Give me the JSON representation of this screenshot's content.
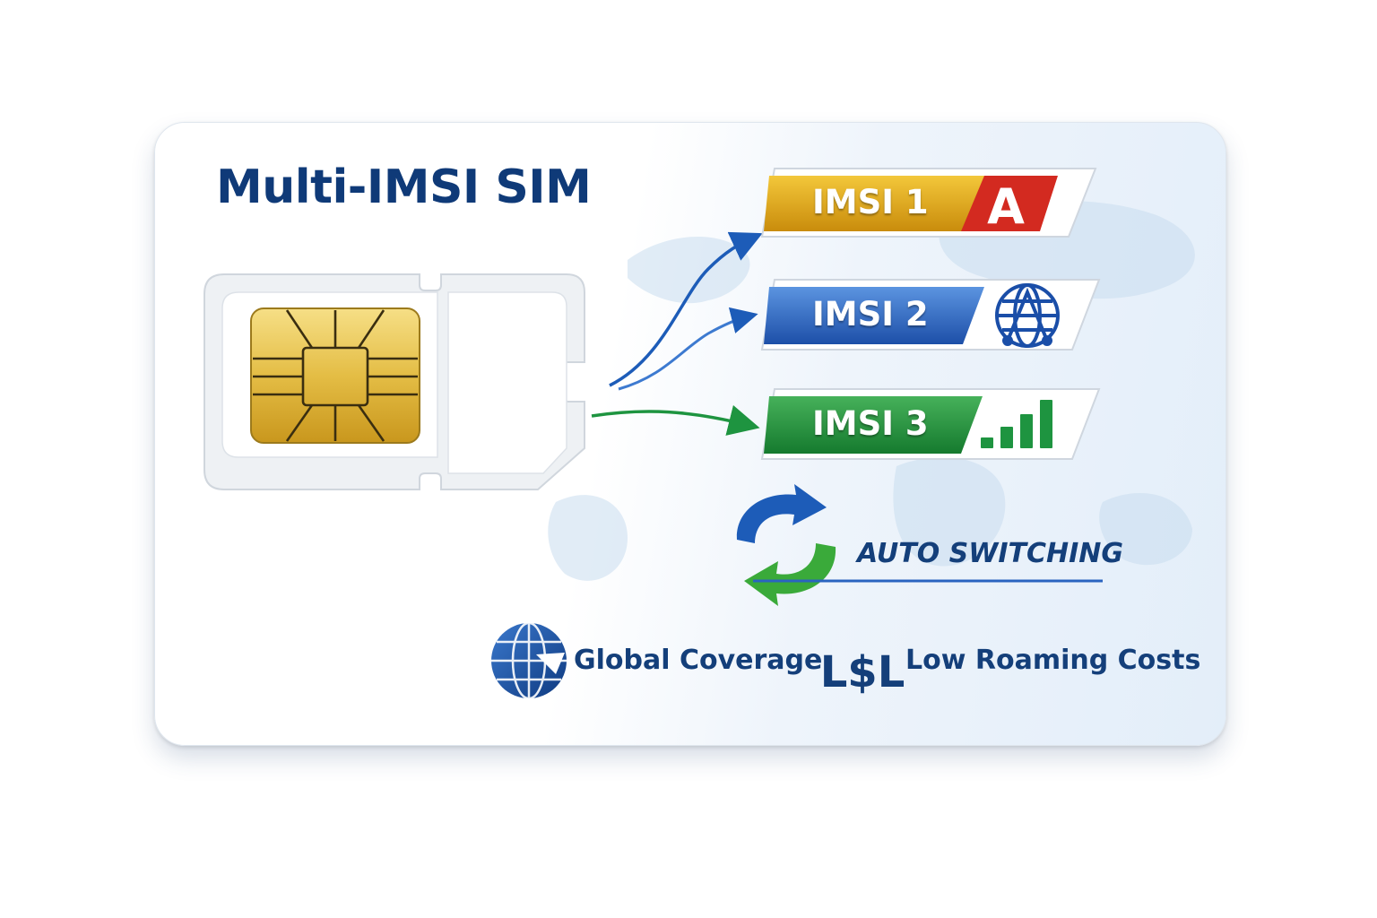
{
  "card": {
    "title": "Multi-IMSI SIM"
  },
  "imsi_profiles": [
    {
      "label": "IMSI 1",
      "badge_text": "A",
      "icon": "letter-a-badge",
      "color": "#e0ac18"
    },
    {
      "label": "IMSI 2",
      "icon": "globe-network-icon",
      "color": "#2a64c0"
    },
    {
      "label": "IMSI 3",
      "icon": "signal-bars-icon",
      "color": "#1e9440"
    }
  ],
  "auto_switch": {
    "label": "AUTO SWITCHING",
    "icon": "sync-arrows-icon"
  },
  "features": [
    {
      "label": "Global Coverage",
      "icon": "globe-icon"
    },
    {
      "label": "Low Roaming Costs",
      "badge_text": "L$L",
      "icon": "dollar-icon"
    }
  ],
  "colors": {
    "brand_navy": "#0f3a78",
    "chip_gold": "#e6c24a"
  }
}
